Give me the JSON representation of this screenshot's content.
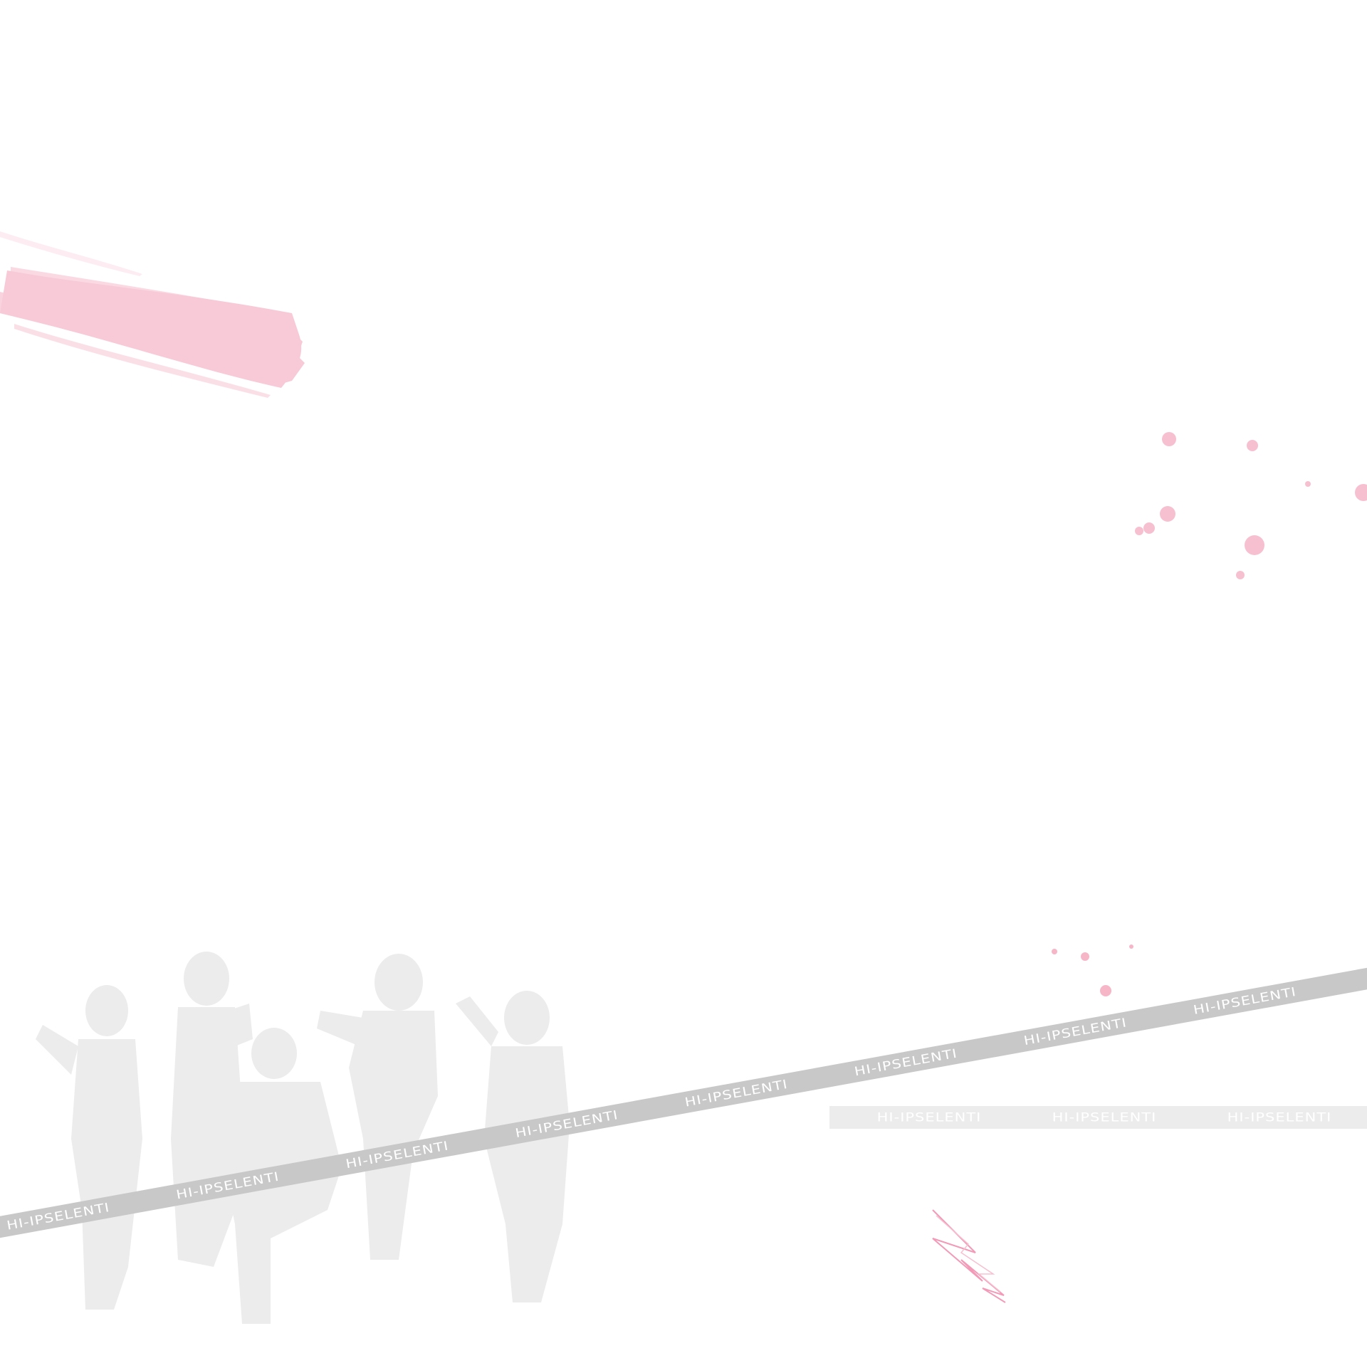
{
  "watermark": {
    "text": "HI-IPSELENTI",
    "diagonal_band_repeats": 8,
    "flat_band_repeats": 3
  },
  "colors": {
    "background": "#ffffff",
    "pink_accent": "#f7c3d3",
    "pink_dots": "#f5aac0",
    "silhouette_gray": "#ececec",
    "band_gray": "#c8c8c8",
    "band_light": "#ececec"
  },
  "decorations": {
    "brush_stroke": "pink-brush-stroke",
    "splatter": "pink-splatter-dots",
    "silhouettes": "group-of-people-silhouettes",
    "scribble": "pink-zigzag-scribble"
  }
}
